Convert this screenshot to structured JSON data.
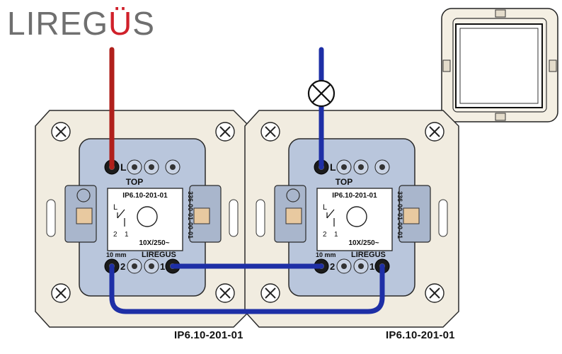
{
  "brand": {
    "name": "LIREGUS",
    "accent_letter": "U",
    "color": "#6f6f6f",
    "accent_color": "#d0202a"
  },
  "modules": [
    {
      "model_code": "IP6.10-201-01",
      "top_label": "TOP",
      "rating": "10X/250~",
      "strip_label": "10 mm",
      "brand_label": "LIREGUS",
      "side_code": "336-00-01-00-01",
      "terminal_L": "L",
      "terminal_2": "2",
      "terminal_1": "1",
      "schematic_L": "L",
      "schematic_2": "2",
      "schematic_1": "1",
      "caption": "IP6.10-201-01"
    },
    {
      "model_code": "IP6.10-201-01",
      "top_label": "TOP",
      "rating": "10X/250~",
      "strip_label": "10 mm",
      "brand_label": "LIREGUS",
      "side_code": "336-00-01-00-01",
      "terminal_L": "L",
      "terminal_2": "2",
      "terminal_1": "1",
      "schematic_L": "L",
      "schematic_2": "2",
      "schematic_1": "1",
      "caption": "IP6.10-201-01"
    }
  ],
  "wires": {
    "phase_color": "#b0201c",
    "load_color": "#1e2fa6",
    "traveler_color": "#1e2fa6"
  },
  "colors": {
    "plate": "#f1ece0",
    "mechanism": "#b9c6dc",
    "label_panel": "#ffffff"
  }
}
